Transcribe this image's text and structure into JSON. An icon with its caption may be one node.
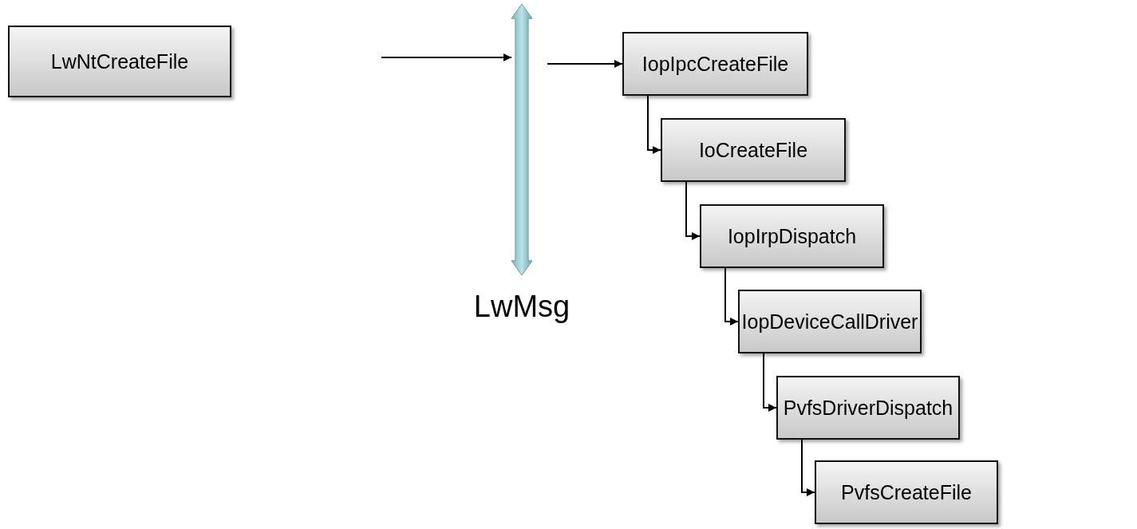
{
  "diagram": {
    "nodes": [
      {
        "text": [
          "LwNtCreateFile"
        ]
      },
      {
        "text": [],
        "shape": "bar",
        "beside": [
          "LwMsg"
        ]
      },
      {
        "text": [
          "IopIpcCreateFile"
        ]
      },
      {
        "text": [
          "IoCreateFile"
        ]
      },
      {
        "text": [
          "IopIrpDispatch"
        ]
      },
      {
        "text": [
          "IopDeviceCallDriver"
        ]
      },
      {
        "text": [
          "PvfsDriverDispatch"
        ]
      },
      {
        "text": [
          "PvfsCreateFile"
        ]
      }
    ],
    "edges": [
      {
        "from": null,
        "to": 1,
        "arrow": "to"
      },
      {
        "from": 1,
        "to": 2,
        "arrow": "to"
      },
      {
        "from": 2,
        "to": 3,
        "arrow": "to"
      },
      {
        "from": 3,
        "to": 4,
        "arrow": "to"
      },
      {
        "from": 4,
        "to": 5,
        "arrow": "to"
      },
      {
        "from": 5,
        "to": 6,
        "arrow": "to"
      },
      {
        "from": 6,
        "to": 7,
        "arrow": "to"
      }
    ]
  }
}
